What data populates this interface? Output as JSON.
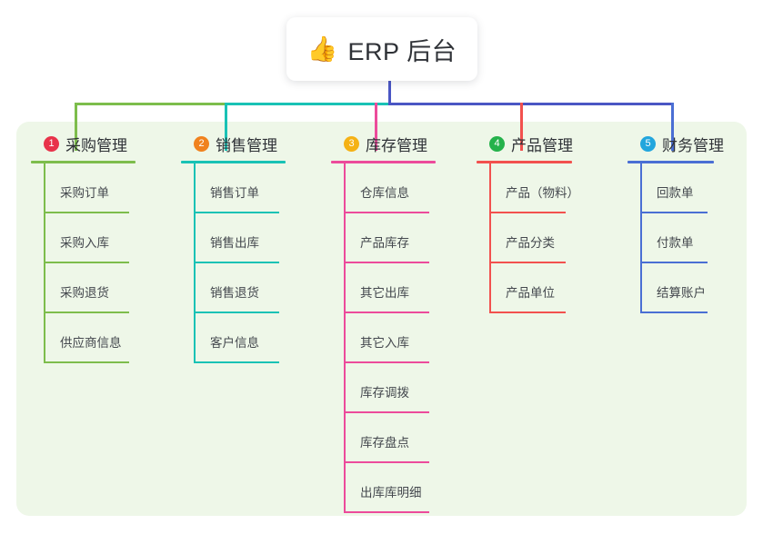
{
  "root": {
    "emoji": "👍",
    "emoji_name": "thumbs-up-icon",
    "label": "ERP 后台"
  },
  "palette": {
    "panel_bg": "#eef7e8",
    "card_bg": "#ffffff",
    "text": "#2f3237",
    "item_text": "#44484e"
  },
  "trunk": {
    "color": "#4a56c4"
  },
  "columns": [
    {
      "number": "1",
      "label": "采购管理",
      "badge_color": "#e8334a",
      "line_color": "#7dbd4c",
      "items": [
        {
          "label": "采购订单"
        },
        {
          "label": "采购入库"
        },
        {
          "label": "采购退货"
        },
        {
          "label": "供应商信息"
        }
      ]
    },
    {
      "number": "2",
      "label": "销售管理",
      "badge_color": "#f0821e",
      "line_color": "#19c2b5",
      "items": [
        {
          "label": "销售订单"
        },
        {
          "label": "销售出库"
        },
        {
          "label": "销售退货"
        },
        {
          "label": "客户信息"
        }
      ]
    },
    {
      "number": "3",
      "label": "库存管理",
      "badge_color": "#f5b215",
      "line_color": "#ec4b9b",
      "items": [
        {
          "label": "仓库信息"
        },
        {
          "label": "产品库存"
        },
        {
          "label": "其它出库"
        },
        {
          "label": "其它入库"
        },
        {
          "label": "库存调拨"
        },
        {
          "label": "库存盘点"
        },
        {
          "label": "出库库明细"
        }
      ]
    },
    {
      "number": "4",
      "label": "产品管理",
      "badge_color": "#25b24b",
      "line_color": "#f2514e",
      "items": [
        {
          "label": "产品（物料）"
        },
        {
          "label": "产品分类"
        },
        {
          "label": "产品单位"
        }
      ]
    },
    {
      "number": "5",
      "label": "财务管理",
      "badge_color": "#22a6dd",
      "line_color": "#4a6fd4",
      "items": [
        {
          "label": "回款单"
        },
        {
          "label": "付款单"
        },
        {
          "label": "结算账户"
        }
      ]
    }
  ]
}
